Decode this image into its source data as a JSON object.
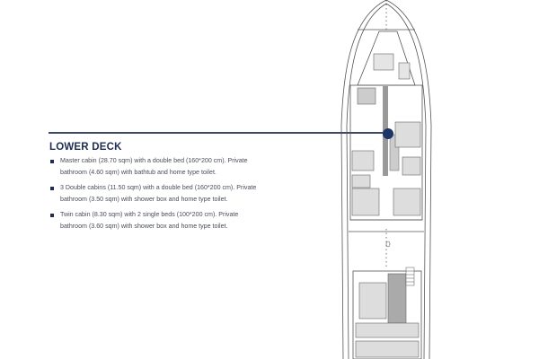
{
  "section": {
    "title": "LOWER DECK",
    "items": [
      {
        "text": "Master cabin (28.70 sqm) with a double bed (160*200 cm). Private bathroom (4.60 sqm) with bathtub and home type toilet."
      },
      {
        "text": "3 Double cabins (11.50 sqm) with a double bed (160*200 cm). Private bathroom (3.50 sqm) with shower box and home type toilet."
      },
      {
        "text": "Twin cabin (8.30 sqm) with 2 single beds (100*200 cm). Private bathroom (3.60 sqm) with shower box and home type toilet."
      }
    ]
  },
  "colors": {
    "accent": "#1d3567",
    "heading": "#1f2d52",
    "body_text": "#4a4e5a",
    "leader_line": "#3c4a66"
  }
}
